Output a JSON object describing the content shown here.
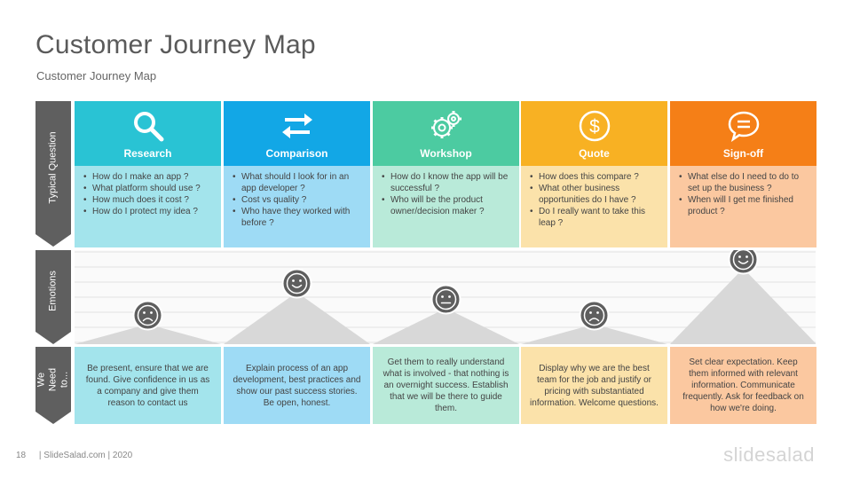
{
  "title": "Customer Journey Map",
  "subtitle": "Customer Journey Map",
  "row_labels": {
    "typical_question": "Typical Question",
    "emotions": "Emotions",
    "we_need_to": "We Need to..."
  },
  "stages": [
    {
      "name": "Research",
      "icon": "magnifier-icon",
      "color": "#29C3D4",
      "light_color": "#A3E4EC",
      "questions": [
        "How do I make an app ?",
        "What platform should use ?",
        "How much does it cost ?",
        "How do I protect my idea ?"
      ],
      "emotion": "sad",
      "emotion_level": 0.25,
      "need": "Be present, ensure that we are found. Give confidence in us as a company and give them reason to contact us"
    },
    {
      "name": "Comparison",
      "icon": "swap-arrows-icon",
      "color": "#12A7E6",
      "light_color": "#9EDBF5",
      "questions": [
        "What should I look for in an app developer ?",
        "Cost vs quality ?",
        "Who have they worked with before ?"
      ],
      "emotion": "happy",
      "emotion_level": 0.65,
      "need": "Explain process of an app development, best practices and show our past success stories. Be open, honest."
    },
    {
      "name": "Workshop",
      "icon": "gears-icon",
      "color": "#4CCBA1",
      "light_color": "#B9EAD9",
      "questions": [
        "How do I know the app will be successful ?",
        "Who will be the product owner/decision maker ?"
      ],
      "emotion": "neutral",
      "emotion_level": 0.45,
      "need": "Get them to really understand what is involved - that nothing is an overnight success. Establish that we will be there to guide them."
    },
    {
      "name": "Quote",
      "icon": "dollar-icon",
      "color": "#F8B123",
      "light_color": "#FBE2AA",
      "questions": [
        "How does this compare ?",
        "What other business opportunities do I have ?",
        "Do I really want to take this leap ?"
      ],
      "emotion": "sad",
      "emotion_level": 0.25,
      "need": "Display why we are the best team for the job and justify or pricing with substantiated information. Welcome questions."
    },
    {
      "name": "Sign-off",
      "icon": "chat-bubble-icon",
      "color": "#F57F17",
      "light_color": "#FBC8A0",
      "questions": [
        "What else do I need to do to set up the business ?",
        "When will I get me finished product ?"
      ],
      "emotion": "happy",
      "emotion_level": 0.95,
      "need": "Set clear expectation. Keep them informed with relevant information. Communicate frequently. Ask for feedback on how we're doing."
    }
  ],
  "footer": {
    "page_number": "18",
    "text": "| SlideSalad.com | 2020"
  },
  "logo": "slidesalad"
}
